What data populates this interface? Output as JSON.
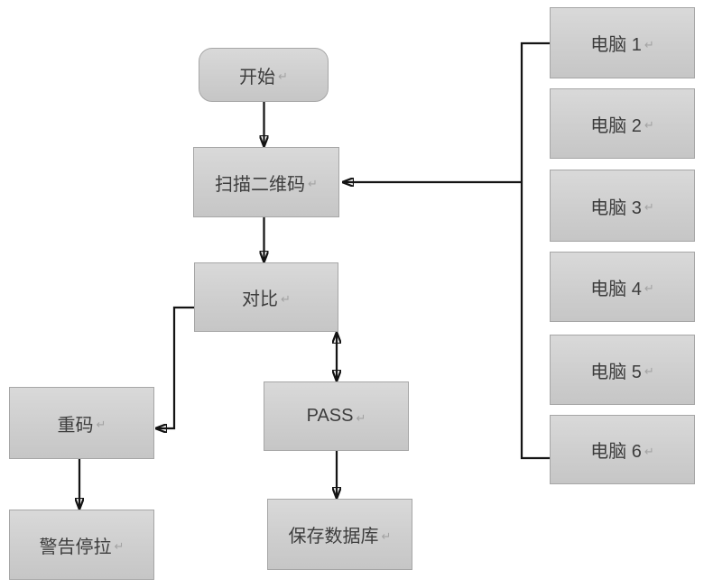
{
  "diagram": {
    "type": "flowchart",
    "eol_mark": "↵",
    "colors": {
      "background": "#ffffff",
      "node_fill_top": "#d9d9d9",
      "node_fill_bottom": "#c6c6c6",
      "node_border": "#a6a6a6",
      "connector": "#141414",
      "label_text": "#3d3d3d"
    },
    "nodes": {
      "start": {
        "label": "开始",
        "shape": "rounded-rectangle"
      },
      "scan": {
        "label": "扫描二维码",
        "shape": "rectangle"
      },
      "compare": {
        "label": "对比",
        "shape": "rectangle"
      },
      "duplicate": {
        "label": "重码",
        "shape": "rectangle"
      },
      "warning": {
        "label": "警告停拉",
        "shape": "rectangle"
      },
      "pass": {
        "label": "PASS",
        "shape": "rectangle"
      },
      "save": {
        "label": "保存数据库",
        "shape": "rectangle"
      },
      "pc1": {
        "label": "电脑 1",
        "shape": "rectangle"
      },
      "pc2": {
        "label": "电脑 2",
        "shape": "rectangle"
      },
      "pc3": {
        "label": "电脑 3",
        "shape": "rectangle"
      },
      "pc4": {
        "label": "电脑 4",
        "shape": "rectangle"
      },
      "pc5": {
        "label": "电脑 5",
        "shape": "rectangle"
      },
      "pc6": {
        "label": "电脑 6",
        "shape": "rectangle"
      }
    },
    "edges": [
      {
        "from": "start",
        "to": "scan",
        "type": "arrow"
      },
      {
        "from": "scan",
        "to": "compare",
        "type": "arrow"
      },
      {
        "from": "compare",
        "to": "pass",
        "type": "double-arrow"
      },
      {
        "from": "compare",
        "to": "duplicate",
        "type": "elbow-arrow"
      },
      {
        "from": "duplicate",
        "to": "warning",
        "type": "arrow"
      },
      {
        "from": "pass",
        "to": "save",
        "type": "arrow"
      },
      {
        "from": "pc1,pc2,pc3,pc4,pc5,pc6",
        "to": "scan",
        "type": "bracket-arrow"
      }
    ]
  }
}
